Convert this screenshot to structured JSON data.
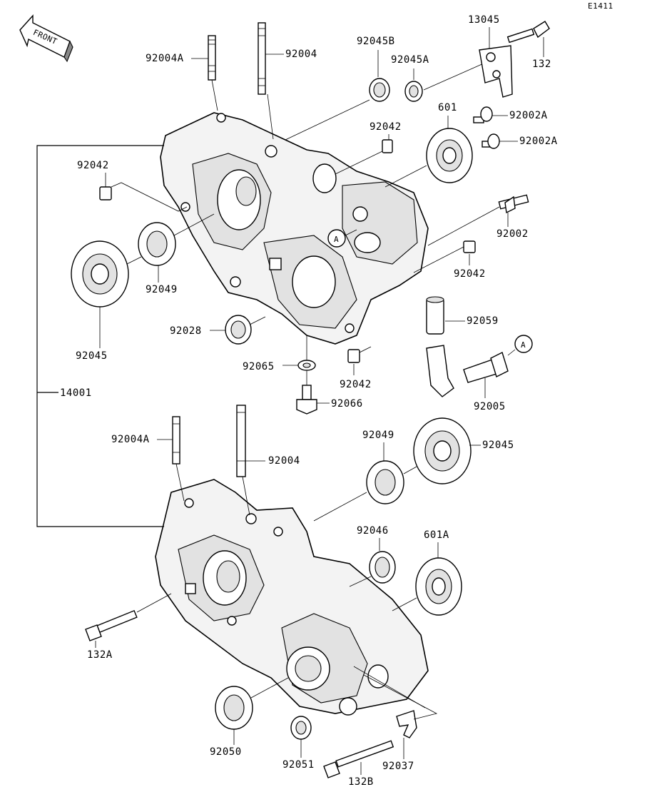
{
  "diagram_code": "E1411",
  "front_arrow": "FRONT",
  "ref_a": "A",
  "labels": {
    "l13045": "13045",
    "l132": "132",
    "l92004A_top": "92004A",
    "l92004_top": "92004",
    "l92045B": "92045B",
    "l92045A": "92045A",
    "l601": "601",
    "l92002A_1": "92002A",
    "l92002A_2": "92002A",
    "l92042_left": "92042",
    "l92042_mid": "92042",
    "l92042_right": "92042",
    "l92042_bottom": "92042",
    "l92002": "92002",
    "l92049_top": "92049",
    "l92045_top": "92045",
    "l92028": "92028",
    "l92059": "92059",
    "l92065": "92065",
    "l92066": "92066",
    "l92005": "92005",
    "l14001": "14001",
    "l92004A_bot": "92004A",
    "l92004_bot": "92004",
    "l92049_bot": "92049",
    "l92045_bot": "92045",
    "l92046": "92046",
    "l601A": "601A",
    "l132A": "132A",
    "l92050": "92050",
    "l92051": "92051",
    "l92037": "92037",
    "l132B": "132B"
  }
}
